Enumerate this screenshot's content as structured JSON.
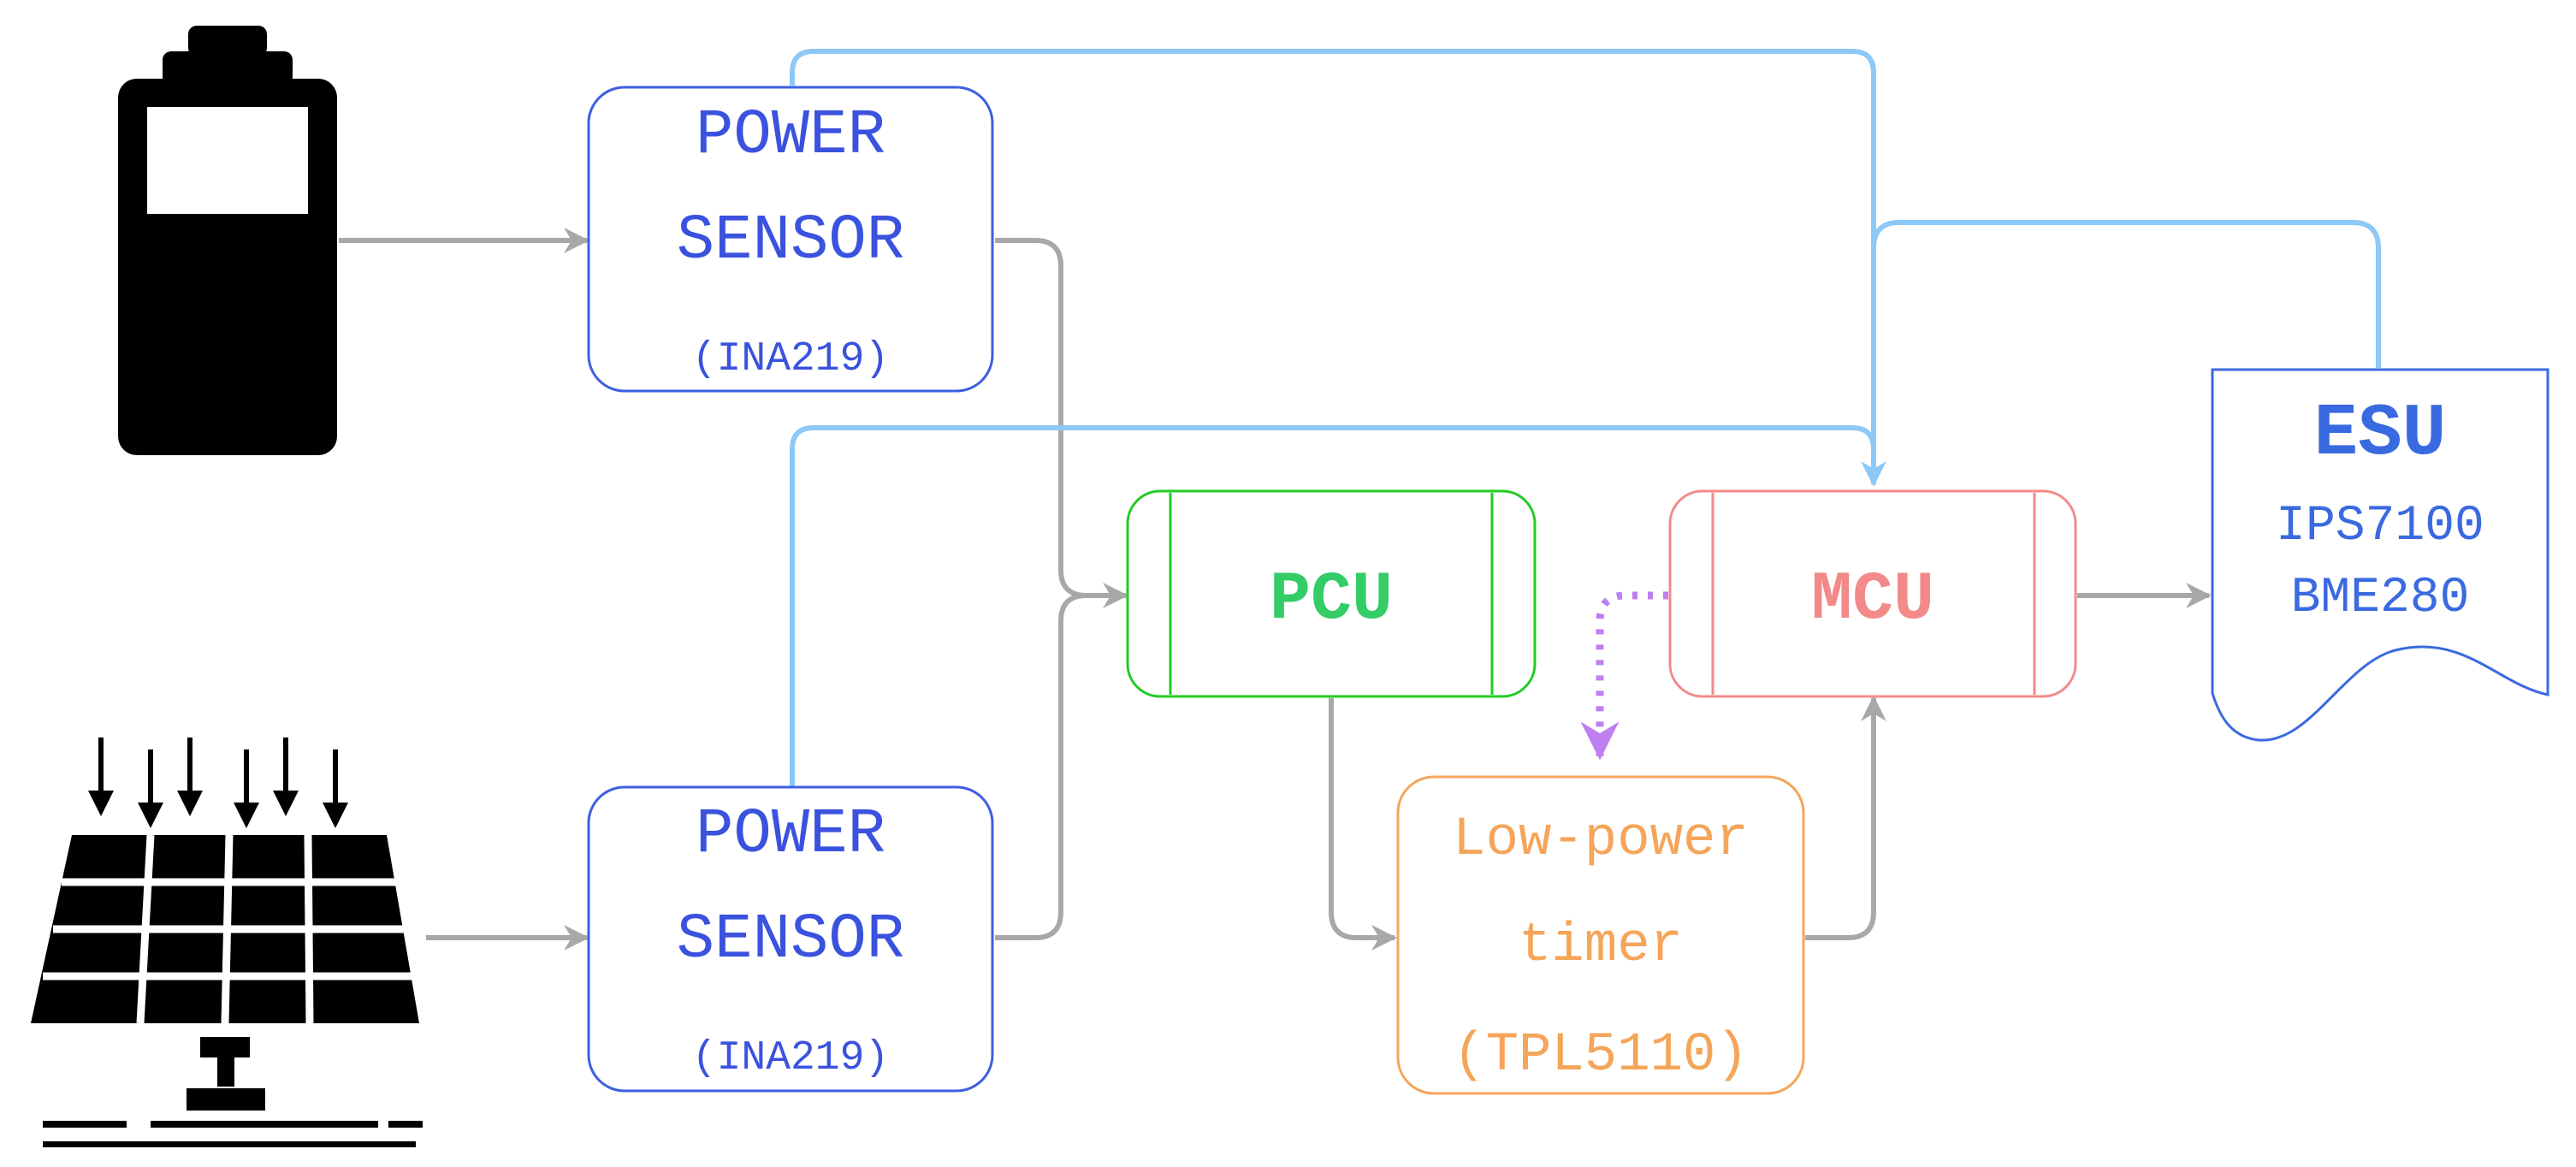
{
  "power_sensor_top": {
    "line1": "POWER",
    "line2": "SENSOR",
    "part": "(INA219)"
  },
  "power_sensor_bottom": {
    "line1": "POWER",
    "line2": "SENSOR",
    "part": "(INA219)"
  },
  "pcu": {
    "label": "PCU"
  },
  "mcu": {
    "label": "MCU"
  },
  "timer": {
    "line1": "Low-power",
    "line2": "timer",
    "part": "(TPL5110)"
  },
  "esu": {
    "label": "ESU",
    "sensor1": "IPS7100",
    "sensor2": "BME280"
  },
  "colors": {
    "sensor": "#3d5fe0",
    "sensor_text": "#3a52dd",
    "pcu": "#22cc22",
    "pcu_text": "#33cc66",
    "mcu": "#f28a8a",
    "mcu_text": "#f28a8a",
    "timer": "#f5a55a",
    "esu": "#3a6ae0",
    "data_line": "#8cc8f8",
    "power_line": "#a8a8a8",
    "wake_line": "#bf7ff0"
  },
  "icons": {
    "battery": "battery-icon",
    "solar": "solar-panel-icon"
  }
}
